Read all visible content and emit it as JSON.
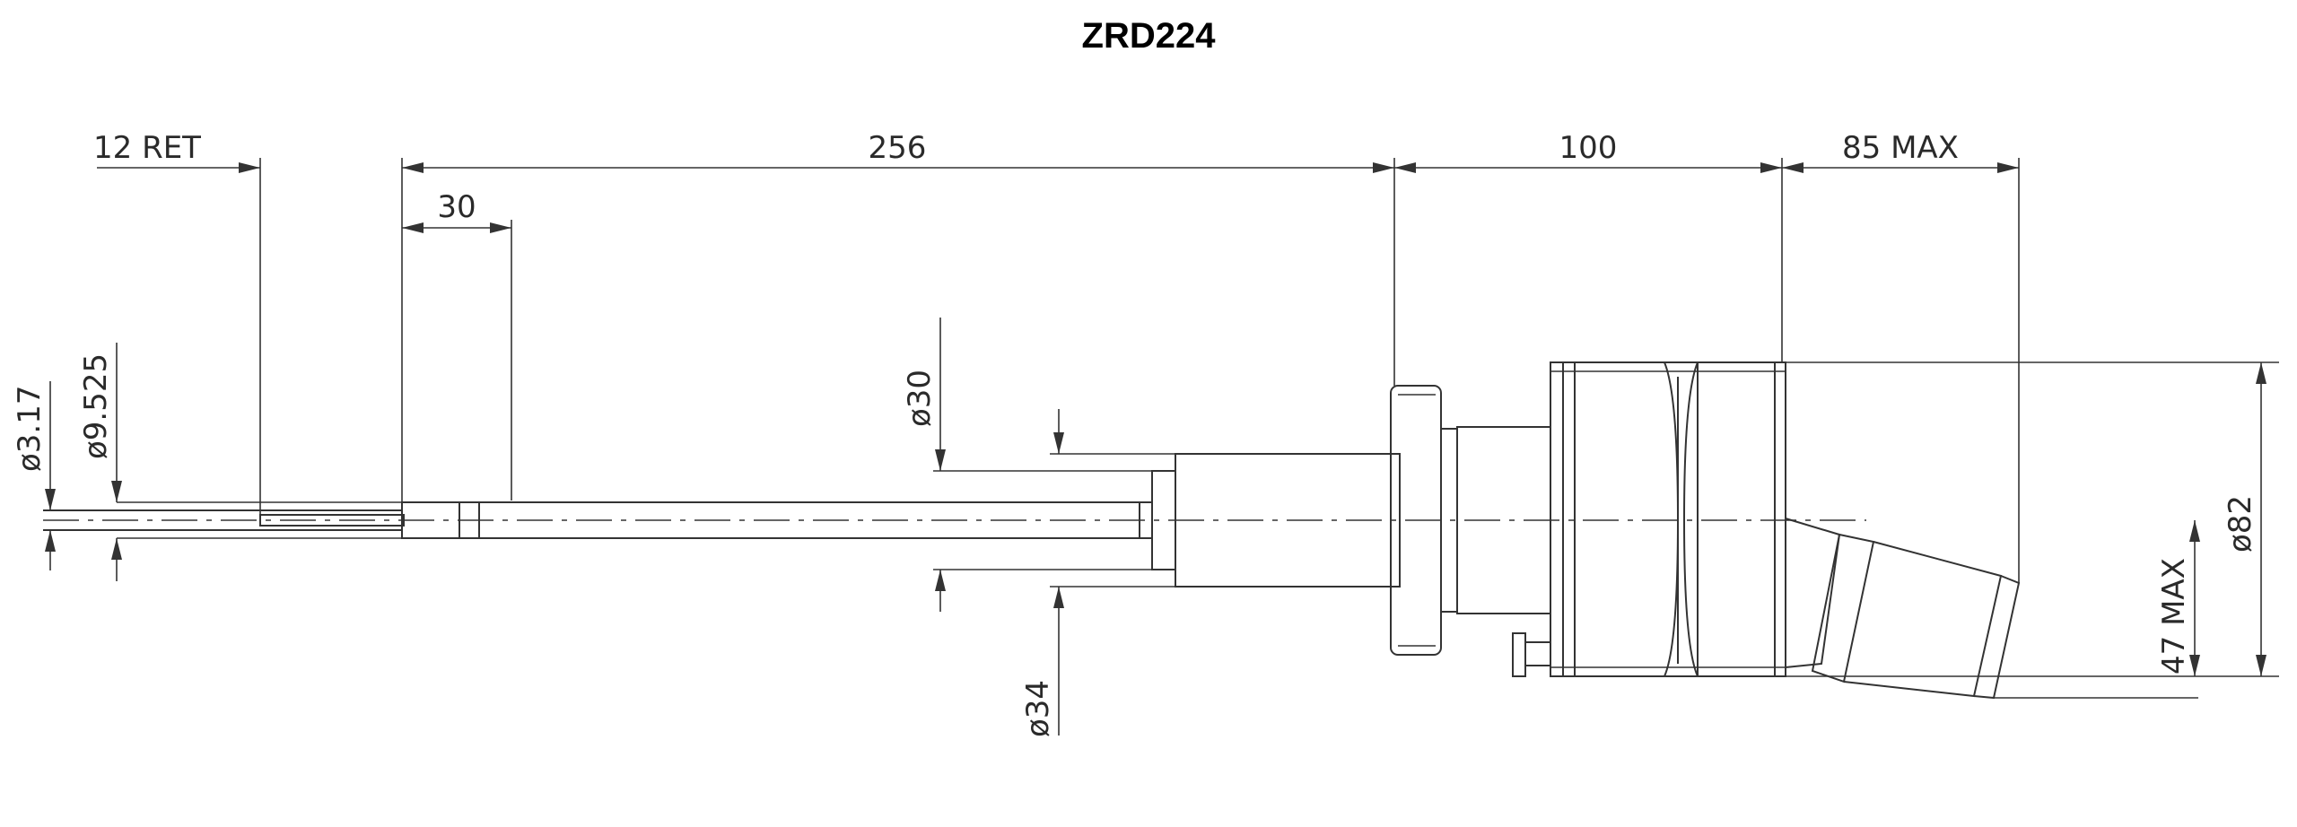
{
  "title": "ZRD224",
  "dimensions": {
    "ret": "12 RET",
    "total_probe": "256",
    "tip": "30",
    "flange": "100",
    "max_85": "85 MAX",
    "d317": "ø3.17",
    "d9525": "ø9.525",
    "d30": "ø30",
    "d34": "ø34",
    "d82": "ø82",
    "max_47": "47 MAX"
  }
}
